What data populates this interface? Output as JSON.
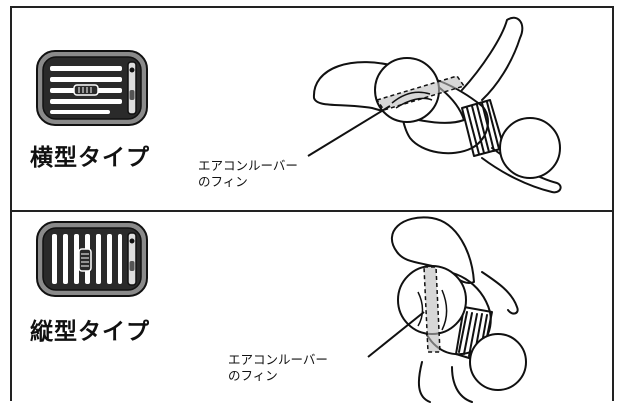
{
  "panels": [
    {
      "type_label": "横型タイプ",
      "callout_line1": "エアコンルーバー",
      "callout_line2": "のフィン"
    },
    {
      "type_label": "縦型タイプ",
      "callout_line1": "エアコンルーバー",
      "callout_line2": "のフィン"
    }
  ],
  "colors": {
    "ink": "#111111",
    "vent_face": "#2a2a2a",
    "vent_bezel": "#8a8a8a",
    "fin_highlight": "#bdbdbd"
  }
}
